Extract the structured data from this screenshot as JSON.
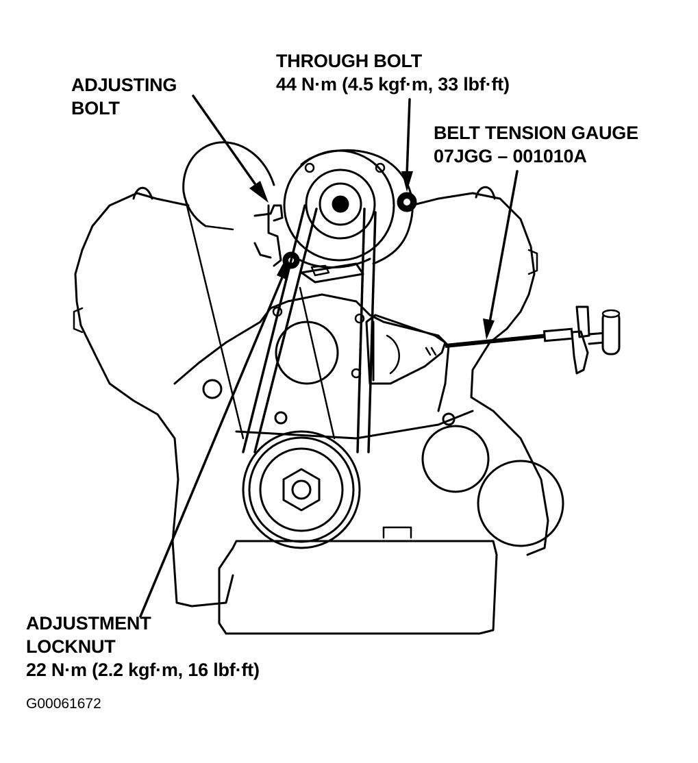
{
  "callouts": {
    "through_bolt": {
      "title": "THROUGH BOLT",
      "torque": "44 N·m (4.5 kgf·m, 33 lbf·ft)"
    },
    "adjusting_bolt": {
      "line1": "ADJUSTING",
      "line2": "BOLT"
    },
    "belt_tension_gauge": {
      "title": "BELT TENSION GAUGE",
      "part_number": "07JGG – 001010A"
    },
    "adjustment_locknut": {
      "line1": "ADJUSTMENT",
      "line2": "LOCKNUT",
      "torque": "22 N·m (2.2 kgf·m, 16 lbf·ft)"
    }
  },
  "figure_code": "G00061672"
}
